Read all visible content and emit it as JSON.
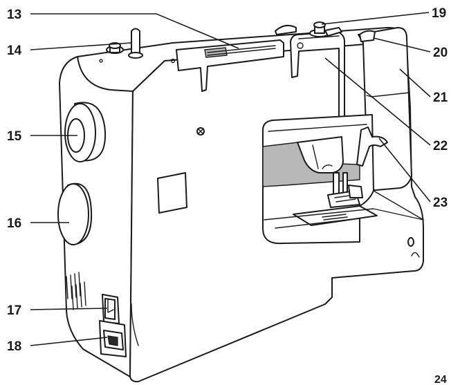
{
  "callouts": [
    {
      "id": "13",
      "text": "13"
    },
    {
      "id": "14",
      "text": "14"
    },
    {
      "id": "15",
      "text": "15"
    },
    {
      "id": "16",
      "text": "16"
    },
    {
      "id": "17",
      "text": "17"
    },
    {
      "id": "18",
      "text": "18"
    },
    {
      "id": "19",
      "text": "19"
    },
    {
      "id": "20",
      "text": "20"
    },
    {
      "id": "21",
      "text": "21"
    },
    {
      "id": "22",
      "text": "22"
    },
    {
      "id": "23",
      "text": "23"
    }
  ],
  "page_number": "24",
  "colors": {
    "line": "#1a1a1a",
    "shade": "#b8b8b8",
    "background": "#ffffff"
  }
}
